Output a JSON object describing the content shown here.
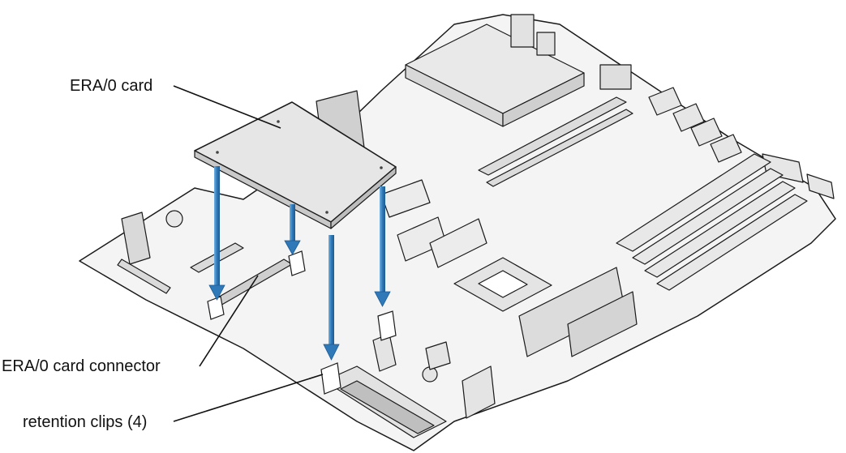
{
  "labels": {
    "era_card": "ERA/0 card",
    "era_connector": "ERA/0 card connector",
    "retention_clips": "retention clips (4)"
  },
  "colors": {
    "line": "#1a1a1a",
    "board_fill": "#f4f4f4",
    "card_fill": "#e6e6e6",
    "arrow_fill": "#3f87c4",
    "arrow_dark": "#1f5f95"
  },
  "icons": {
    "insertion_arrow": "down-arrow-icon"
  }
}
